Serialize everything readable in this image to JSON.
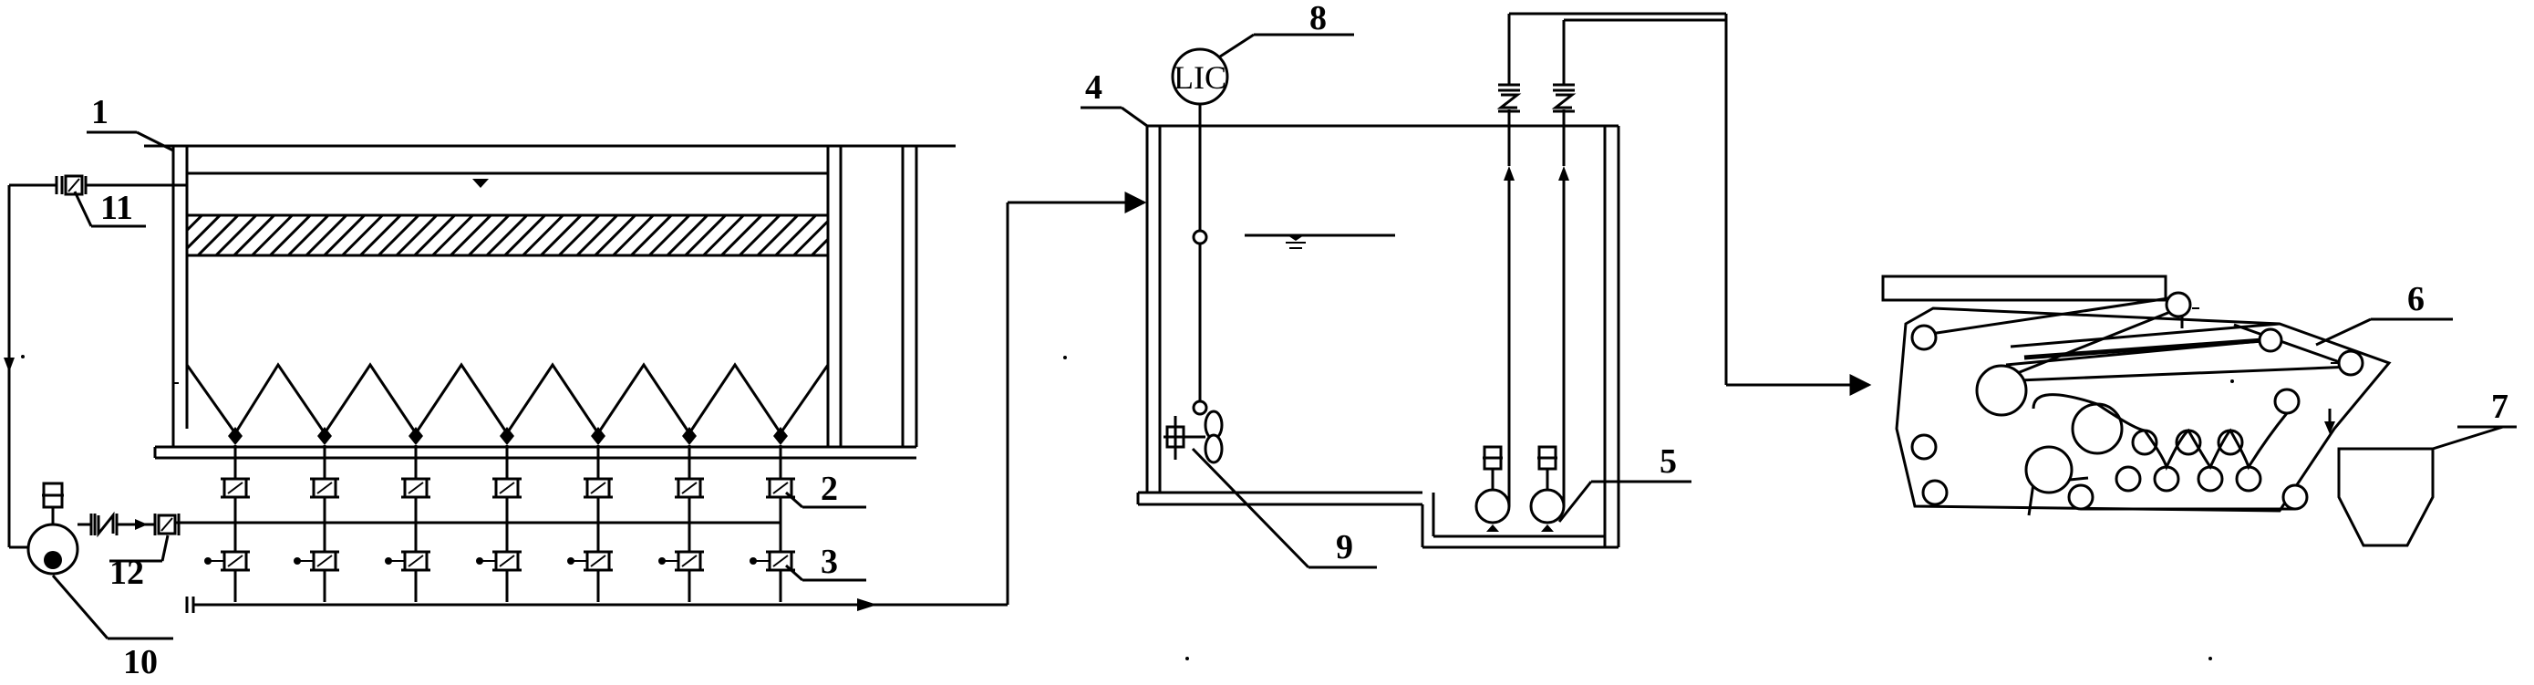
{
  "labels": {
    "l1": "1",
    "l2": "2",
    "l3": "3",
    "l4": "4",
    "l5": "5",
    "l6": "6",
    "l7": "7",
    "l8": "8",
    "l9": "9",
    "l10": "10",
    "l11": "11",
    "l12": "12"
  },
  "instrument_tag": "LIC",
  "colors": {
    "line": "#000000",
    "background": "#ffffff"
  }
}
